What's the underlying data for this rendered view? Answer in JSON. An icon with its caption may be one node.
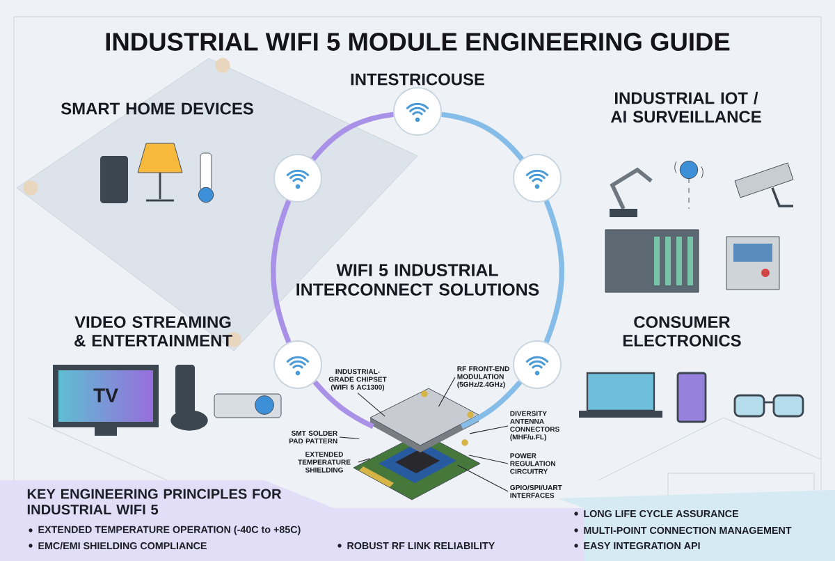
{
  "diagram": {
    "title": "INDUSTRIAL WIFI 5 MODULE ENGINEERING GUIDE",
    "nodes": [
      {
        "text": [],
        "shape": "circle",
        "beside": [
          "INTESTRICOUSE"
        ]
      },
      {
        "text": [],
        "shape": "circle",
        "beside": [
          "SMART HOME DEVICES"
        ]
      },
      {
        "text": [],
        "shape": "circle",
        "beside": [
          "INDUSTRIAL IOT / AI SURVEILLANCE"
        ]
      },
      {
        "text": [
          "WIFI 5 INDUSTRIAL INTERCONNECT SOLUTIONS"
        ]
      },
      {
        "text": [],
        "shape": "circle",
        "beside": [
          "VIDEO STREAMING & ENTERTAINMENT"
        ]
      },
      {
        "text": [],
        "shape": "circle",
        "beside": [
          "CONSUMER ELECTRONICS"
        ]
      },
      {
        "text": [
          "INDUSTRIAL-GRADE CHIPSET (WIFI 5 AC1300)"
        ]
      },
      {
        "text": [
          "RF FRONT-END MODULATION (5GHz/2.4GHz)"
        ]
      },
      {
        "text": [],
        "shape": "picture"
      },
      {
        "text": [
          "SMT SOLDER PAD PATTERN"
        ]
      },
      {
        "text": [
          "DIVERSITY ANTENNA CONNECTORS (MHF/u.FL)"
        ]
      },
      {
        "text": [
          "EXTENDED TEMPERATURE SHIELDING"
        ]
      },
      {
        "text": [
          "POWER REGULATION CIRCUITRY"
        ]
      },
      {
        "text": [
          "GPIO/SPI/UART INTERFACES"
        ]
      },
      {
        "text": [
          "KEY ENGINEERING PRINCIPLES FOR INDUSTRIAL WIFI 5",
          "EXTENDED TEMPERATURE OPERATION (-40C to +85C)",
          "EMC/EMI SHIELDING COMPLIANCE",
          "ROBUST RF LINK RELIABILITY",
          "LONG LIFE CYCLE ASSURANCE",
          "MULTI-POINT CONNECTION MANAGEMENT",
          "EASY INTEGRATION API"
        ]
      }
    ],
    "edges": [
      {
        "from": 0,
        "to": 1,
        "arrow": "none",
        "style": "thick",
        "color": "#a991e8"
      },
      {
        "from": 0,
        "to": 2,
        "arrow": "none",
        "style": "thick",
        "color": "#86bde8"
      },
      {
        "from": 1,
        "to": 4,
        "arrow": "none",
        "style": "thick",
        "color": "#a991e8"
      },
      {
        "from": 2,
        "to": 5,
        "arrow": "none",
        "style": "thick",
        "color": "#86bde8"
      },
      {
        "from": 4,
        "to": 8,
        "arrow": "none",
        "style": "thick",
        "color": "#a991e8"
      },
      {
        "from": 5,
        "to": 8,
        "arrow": "none",
        "style": "thick",
        "color": "#86bde8"
      },
      {
        "from": 6,
        "to": 8,
        "arrow": "none"
      },
      {
        "from": 7,
        "to": 8,
        "arrow": "none"
      },
      {
        "from": 9,
        "to": 8,
        "arrow": "none"
      },
      {
        "from": 10,
        "to": 8,
        "arrow": "none"
      },
      {
        "from": 11,
        "to": 8,
        "arrow": "none"
      },
      {
        "from": 12,
        "to": 8,
        "arrow": "none"
      },
      {
        "from": 13,
        "to": 8,
        "arrow": "none"
      }
    ],
    "labels": [
      "TV"
    ]
  }
}
